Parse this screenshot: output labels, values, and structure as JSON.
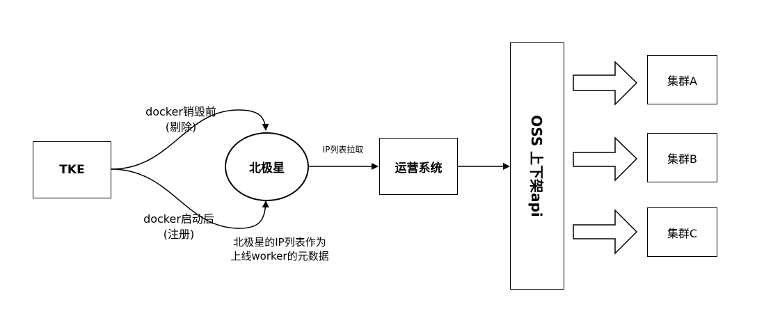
{
  "nodes": {
    "tke": "TKE",
    "polaris": "北极星",
    "ops_system": "运营系统",
    "oss_api": "OSS 上下架api",
    "cluster_a": "集群A",
    "cluster_b": "集群B",
    "cluster_c": "集群C"
  },
  "edges": {
    "before_destroy_line1": "docker销毁前",
    "before_destroy_line2": "(剔除)",
    "after_start_line1": "docker启动后",
    "after_start_line2": "(注册)",
    "ip_pull": "IP列表拉取"
  },
  "notes": {
    "line1": "北极星的IP列表作为",
    "line2": "上线worker的元数据"
  }
}
